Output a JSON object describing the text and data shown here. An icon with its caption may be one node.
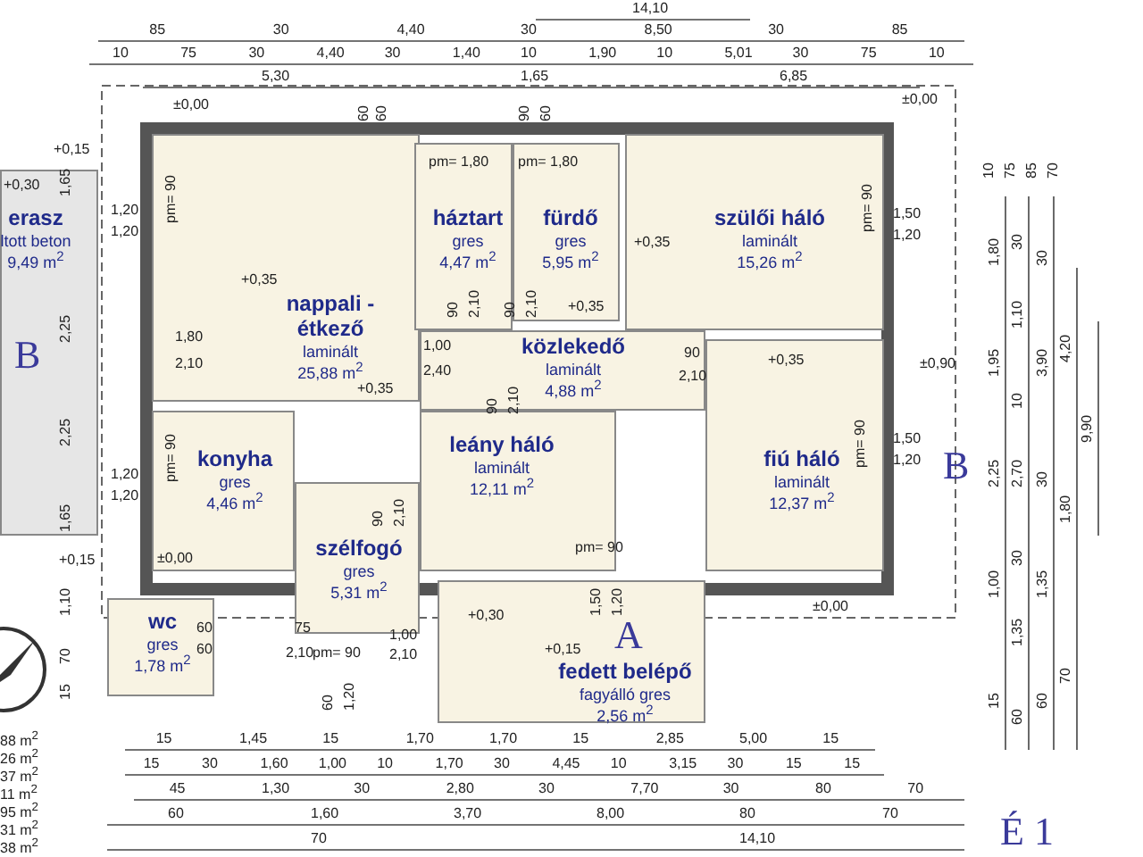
{
  "diagram": {
    "nodes": [
      {
        "text": [
          "erasz",
          "ltott beton",
          "9,49 m$^{2}$"
        ]
      },
      {
        "text": [
          "nappali - étkező",
          "laminált",
          "25,88 m$^{2}$"
        ]
      },
      {
        "text": [
          "háztart",
          "gres",
          "4,47 m$^{2}$"
        ]
      },
      {
        "text": [
          "fürdő",
          "gres",
          "5,95 m$^{2}$"
        ]
      },
      {
        "text": [
          "szülői háló",
          "laminált",
          "15,26 m$^{2}$"
        ]
      },
      {
        "text": [
          "közlekedő",
          "laminált",
          "4,88 m$^{2}$"
        ]
      },
      {
        "text": [
          "konyha",
          "gres",
          "4,46 m$^{2}$"
        ]
      },
      {
        "text": [
          "leány háló",
          "laminált",
          "12,11 m$^{2}$"
        ]
      },
      {
        "text": [
          "fiú háló",
          "laminált",
          "12,37 m$^{2}$"
        ]
      },
      {
        "text": [
          "szélfogó",
          "gres",
          "5,31 m$^{2}$"
        ]
      },
      {
        "text": [
          "wc",
          "gres",
          "1,78 m$^{2}$"
        ]
      },
      {
        "text": [
          "fedett belépő",
          "fagyálló gres",
          "2,56 m$^{2}$"
        ]
      }
    ],
    "labels": [
      "14,10",
      "85",
      "30",
      "4,40",
      "30",
      "8,50",
      "30",
      "85",
      "10",
      "75",
      "30",
      "4,40",
      "30",
      "1,40",
      "10",
      "1,90",
      "10",
      "5,01",
      "30",
      "75",
      "10",
      "5,30",
      "1,65",
      "6,85",
      "±0,00",
      "±0,00",
      "+0,15",
      "+0,30",
      "pm= 1,80",
      "pm= 1,80",
      "pm= 90",
      "1,20",
      "1,20",
      "pm= 90",
      "1,50",
      "1,20",
      "+0,35",
      "+0,35",
      "+0,35",
      "1,80",
      "2,10",
      "1,00",
      "2,40",
      "+0,35",
      "90",
      "2,10",
      "+0,35",
      "±0,90",
      "B",
      "B",
      "1,50",
      "1,20",
      "pm= 90",
      "1,20",
      "1,20",
      "pm= 90",
      "+0,15",
      "±0,00",
      "pm= 90",
      "±0,00",
      "+0,30",
      "1,00",
      "2,10",
      "60",
      "60",
      "75",
      "2,10",
      "pm= 90",
      "+0,15",
      "A",
      "É 1",
      "15",
      "1,45",
      "15",
      "1,70",
      "1,70",
      "15",
      "2,85",
      "5,00",
      "15",
      "15",
      "30",
      "1,60",
      "1,00",
      "10",
      "1,70",
      "30",
      "4,45",
      "10",
      "3,15",
      "30",
      "15",
      "15",
      "45",
      "1,30",
      "30",
      "2,80",
      "30",
      "7,70",
      "30",
      "80",
      "70",
      "60",
      "1,60",
      "3,70",
      "8,00",
      "80",
      "70",
      "70",
      "14,10",
      "88 m$^{2}$",
      "26 m$^{2}$",
      "37 m$^{2}$",
      "11 m$^{2}$",
      "95 m$^{2}$",
      "31 m$^{2}$",
      "38 m$^{2}$",
      "1,80",
      "1,95",
      "2,25",
      "1,00",
      "15",
      "30",
      "1,10",
      "10",
      "2,70",
      "30",
      "1,35",
      "60",
      "30",
      "3,90",
      "30",
      "1,35",
      "60",
      "4,20",
      "1,80",
      "70",
      "9,90",
      "10",
      "75",
      "85",
      "70",
      "1,50",
      "1,20",
      "60",
      "1,20",
      "90",
      "2,10",
      "90",
      "2,10",
      "90",
      "2,10",
      "90",
      "2,10",
      "60",
      "60",
      "90",
      "60",
      "1,65",
      "2,25",
      "2,25",
      "1,65",
      "1,10",
      "70",
      "15"
    ]
  }
}
